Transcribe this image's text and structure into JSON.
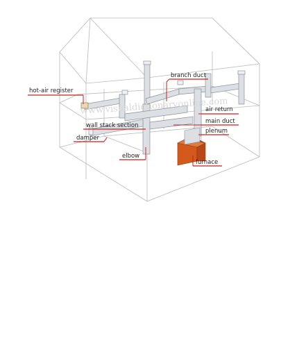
{
  "watermark": "www.visualdictionaryonline.com",
  "labels": {
    "branch_duct": "branch duct",
    "hot_air_register": "hot-air register",
    "air_return": "air return",
    "main_duct": "main duct",
    "plenum": "plenum",
    "wall_stack_section": "wall stack section",
    "damper": "damper",
    "elbow": "elbow",
    "furnace": "furnace"
  },
  "colors": {
    "leader": "#cc1f1f",
    "furnace": "#d45a1c",
    "duct": "#dcdfe3",
    "house_outline": "#b9b9b9"
  }
}
